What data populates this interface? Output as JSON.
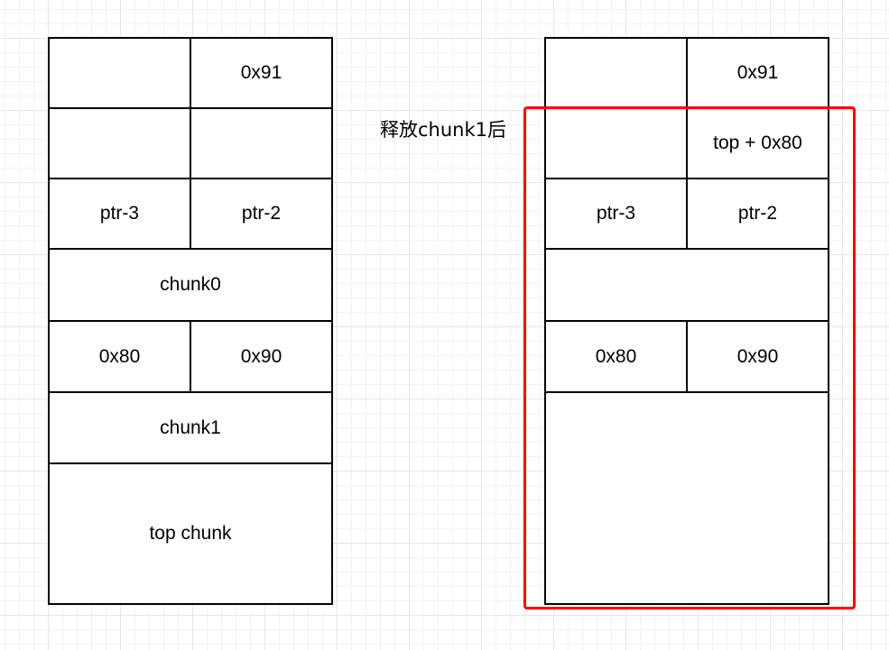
{
  "colors": {
    "grid_major": "#e6e6e6",
    "grid_minor": "#f3f3f3",
    "cell_border": "#000000",
    "highlight": "#ff0000"
  },
  "left": {
    "size_field": "0x91",
    "fd": "ptr-3",
    "bk": "ptr-2",
    "chunk0": "chunk0",
    "prev_size": "0x80",
    "size": "0x90",
    "chunk1": "chunk1",
    "top_chunk": "top chunk"
  },
  "right": {
    "size_field": "0x91",
    "top_size": "top + 0x80",
    "fd": "ptr-3",
    "bk": "ptr-2",
    "prev_size": "0x80",
    "size": "0x90"
  },
  "annotation": "释放chunk1后"
}
